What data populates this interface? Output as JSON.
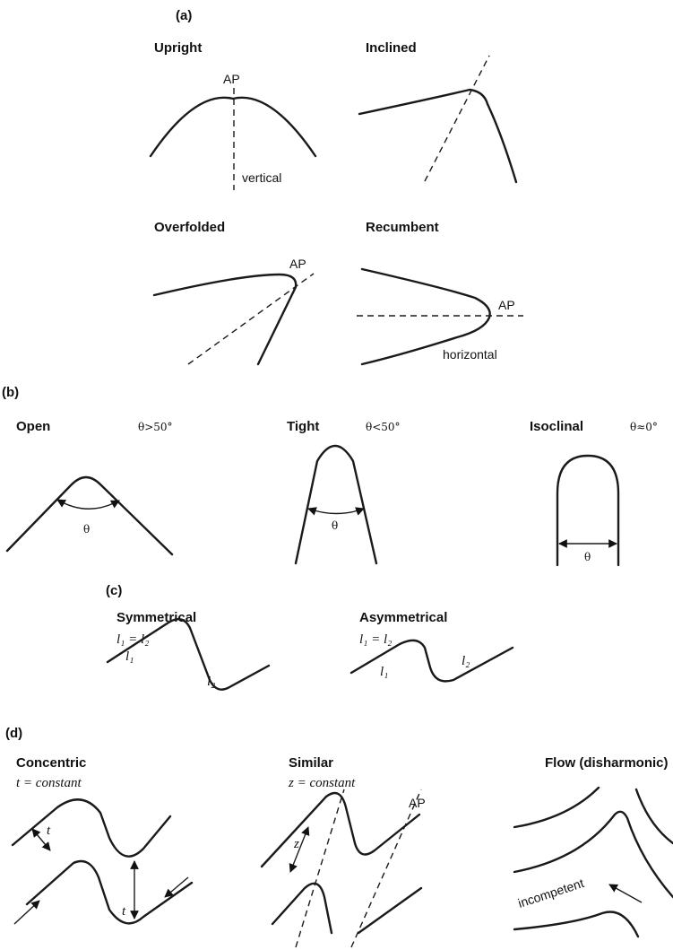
{
  "panel_a": {
    "label": "(a)",
    "upright": {
      "title": "Upright",
      "ap": "AP",
      "note": "vertical"
    },
    "inclined": {
      "title": "Inclined"
    },
    "overfolded": {
      "title": "Overfolded",
      "ap": "AP"
    },
    "recumbent": {
      "title": "Recumbent",
      "ap": "AP",
      "note": "horizontal"
    }
  },
  "panel_b": {
    "label": "(b)",
    "open": {
      "title": "Open",
      "cond": "θ>50°",
      "theta": "θ"
    },
    "tight": {
      "title": "Tight",
      "cond": "θ<50°",
      "theta": "θ"
    },
    "isoclinal": {
      "title": "Isoclinal",
      "cond": "θ≈0°",
      "theta": "θ"
    }
  },
  "panel_c": {
    "label": "(c)",
    "symmetrical": {
      "title": "Symmetrical",
      "eq": "l₁ = l₂",
      "l1": "l₁",
      "l2": "l₂"
    },
    "asymmetrical": {
      "title": "Asymmetrical",
      "eq": "l₁ = l₂",
      "l1": "l₁",
      "l2": "l₂"
    }
  },
  "panel_d": {
    "label": "(d)",
    "concentric": {
      "title": "Concentric",
      "eq": "t = constant",
      "t": "t"
    },
    "similar": {
      "title": "Similar",
      "eq": "z = constant",
      "z": "z",
      "ap": "AP"
    },
    "flow": {
      "title": "Flow (disharmonic)",
      "note": "incompetent"
    }
  }
}
